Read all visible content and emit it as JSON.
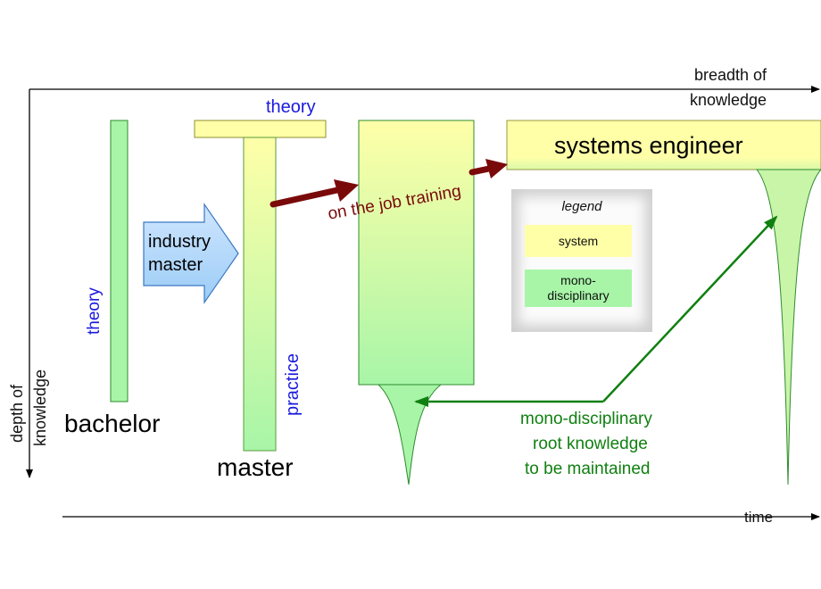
{
  "axes": {
    "breadth_label_line1": "breadth of",
    "breadth_label_line2": "knowledge",
    "depth_label_line1": "depth of",
    "depth_label_line2": "knowledge",
    "time_label": "time"
  },
  "stages": {
    "bachelor_label": "bachelor",
    "bachelor_theory": "theory",
    "industry_master": "industry\nmaster",
    "master_label": "master",
    "master_theory": "theory",
    "master_practice": "practice",
    "job_training": "on the job training",
    "systems_engineer": "systems engineer"
  },
  "legend": {
    "title": "legend",
    "system": "system",
    "mono": "mono-\ndisciplinary"
  },
  "root_note": {
    "line1": "mono-disciplinary",
    "line2": "root knowledge",
    "line3": "to be maintained"
  },
  "colors": {
    "system": "#ffffa8",
    "mono_disciplinary": "#a8f5a8",
    "arrow_maroon": "#7a0a0a",
    "note_green": "#108010",
    "label_blue": "#1a1adf"
  }
}
